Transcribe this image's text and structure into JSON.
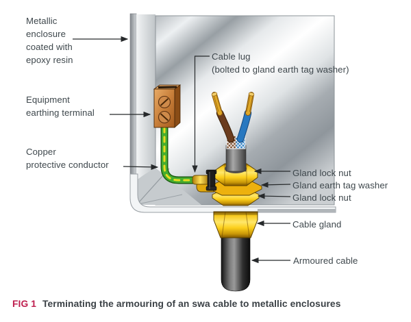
{
  "figure": {
    "caption_tag": "FIG 1",
    "caption_text": "Terminating the armouring of an swa cable to metallic enclosures"
  },
  "labels": {
    "metallic_enclosure": "Metallic\nenclosure\ncoated with\nepoxy resin",
    "equipment_earthing_terminal": "Equipment\nearthing terminal",
    "copper_protective_conductor": "Copper\nprotective conductor",
    "cable_lug": "Cable lug\n(bolted to gland earth tag washer)",
    "gland_lock_nut_top": "Gland lock nut",
    "gland_earth_tag_washer": "Gland earth tag washer",
    "gland_lock_nut_bottom": "Gland lock nut",
    "cable_gland": "Cable gland",
    "armoured_cable": "Armoured cable"
  },
  "colors": {
    "label_text": "#3E474C",
    "caption_tag_red": "#BE1E4E",
    "caption_text": "#3A4045",
    "brass_gold": "#FCCF1C",
    "brass_shadow": "#7E5600",
    "copper_terminal": "#C87F3A",
    "earth_wire_green": "#46AD2E",
    "earth_wire_yellow": "#E8DC20",
    "conductor_brown": "#6B3C1E",
    "conductor_blue": "#2878C0",
    "copper_strands": "#E0A828",
    "armoured_cable_dark": "#131313",
    "enclosure_metal_light": "#FFFFFF",
    "enclosure_metal_dark": "#8F969C"
  }
}
